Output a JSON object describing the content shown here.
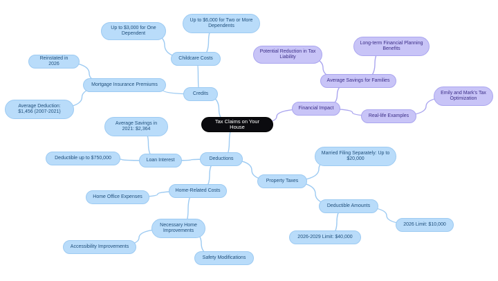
{
  "colors": {
    "edge_blue": "#9ccaf2",
    "edge_purple": "#aaa5ef",
    "node_blue": "#b9dcfa",
    "node_purple": "#c8c4f7",
    "root": "#0b0b0f"
  },
  "nodes": {
    "root": "Tax Claims on Your House",
    "credits": "Credits",
    "childcare_costs": "Childcare Costs",
    "childcare_one": "Up to $3,000 for One Dependent",
    "childcare_two": "Up to $6,000 for Two or More Dependents",
    "mortgage_insurance": "Mortgage Insurance Premiums",
    "reinstated": "Reinstated in 2026",
    "avg_deduction": "Average Deduction: $1,456 (2007-2021)",
    "financial_impact": "Financial Impact",
    "avg_savings_families": "Average Savings for Families",
    "potential_reduction": "Potential Reduction in Tax Liability",
    "long_term_planning": "Long-term Financial Planning Benefits",
    "real_life_examples": "Real-life Examples",
    "emily_mark": "Emily and Mark's Tax Optimization",
    "deductions": "Deductions",
    "loan_interest": "Loan Interest",
    "avg_savings_2021": "Average Savings in 2021: $2,364",
    "deductible_750": "Deductible up to $750,000",
    "home_related_costs": "Home-Related Costs",
    "home_office": "Home Office Expenses",
    "necessary_improvements": "Necessary Home Improvements",
    "accessibility": "Accessibility Improvements",
    "safety": "Safety Modifications",
    "property_taxes": "Property Taxes",
    "married_separately": "Married Filing Separately: Up to $20,000",
    "deductible_amounts": "Deductible Amounts",
    "limit_2026": "2026 Limit: $10,000",
    "limit_2026_2029": "2026-2029 Limit: $40,000"
  }
}
